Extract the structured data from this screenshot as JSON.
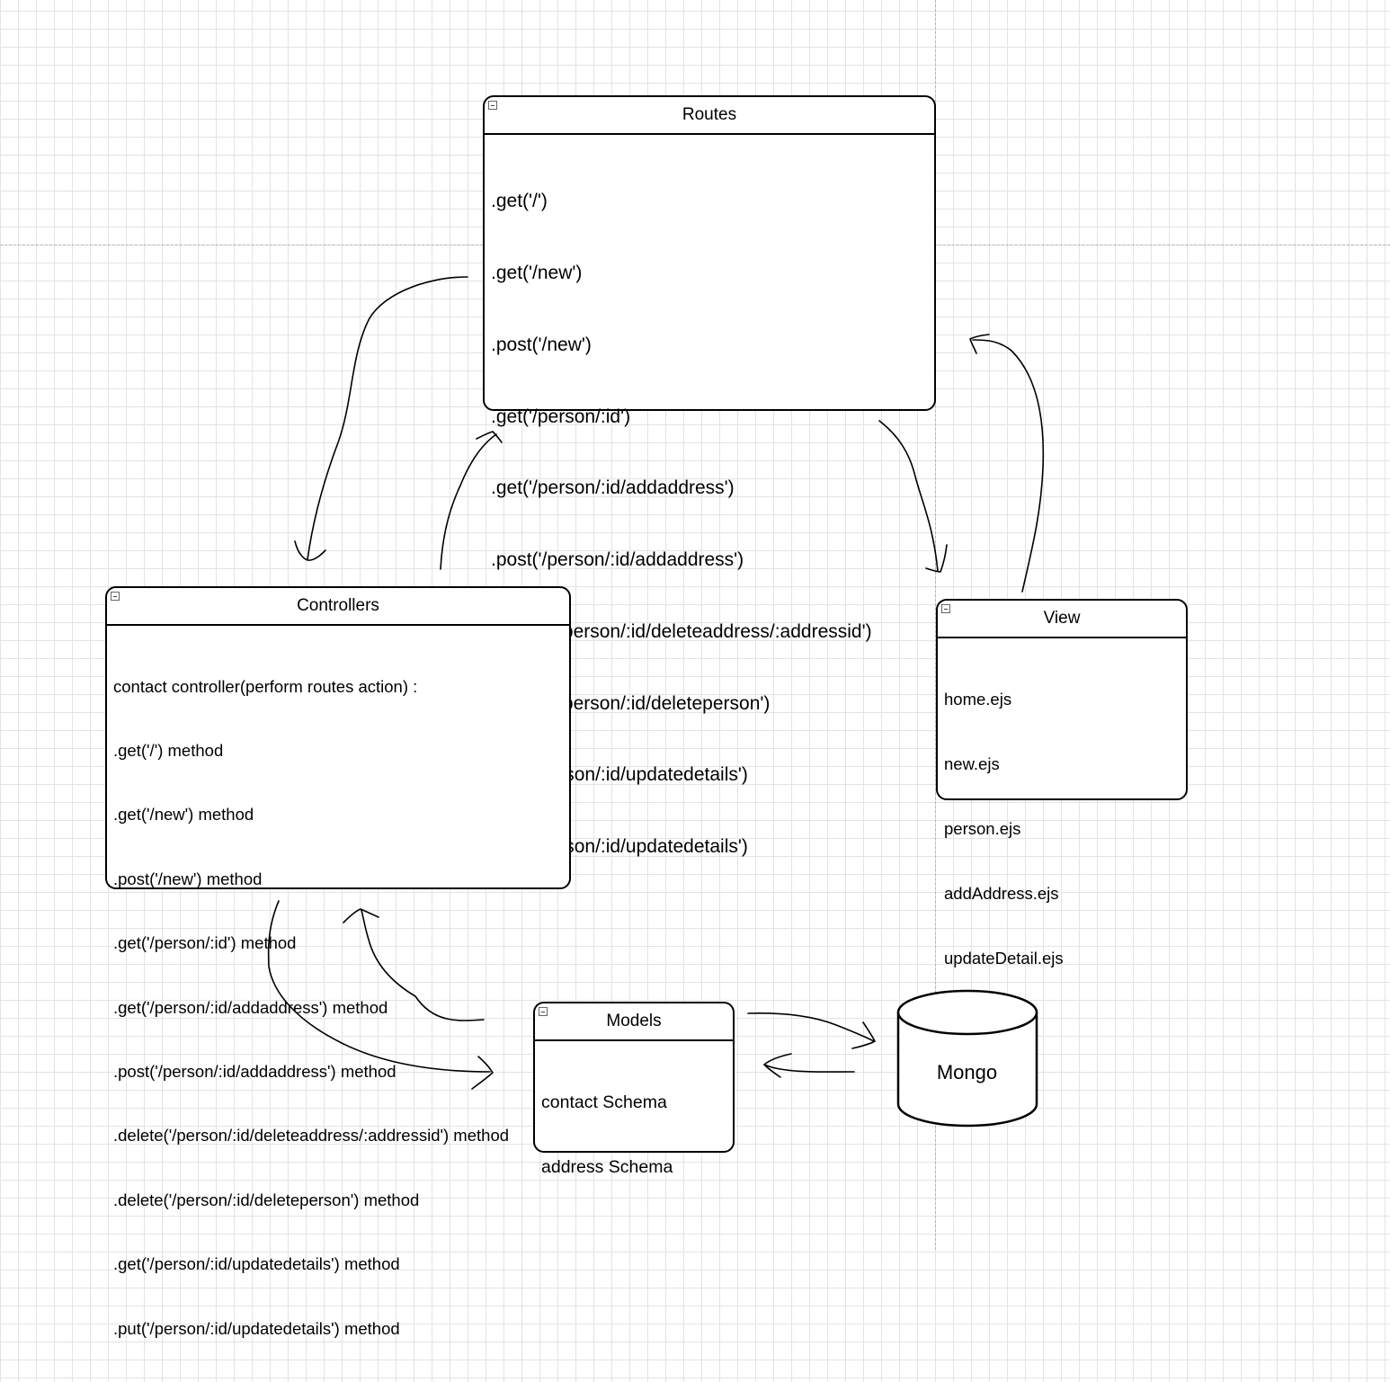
{
  "routes": {
    "title": "Routes",
    "items": [
      ".get('/')",
      ".get('/new')",
      ".post('/new')",
      ".get('/person/:id')",
      ".get('/person/:id/addaddress')",
      ".post('/person/:id/addaddress')",
      ".delete('/person/:id/deleteaddress/:addressid')",
      ".delete('/person/:id/deleteperson')",
      ".get('/person/:id/updatedetails')",
      ".put('/person/:id/updatedetails')"
    ]
  },
  "controllers": {
    "title": "Controllers",
    "items": [
      "contact controller(perform routes action) :",
      ".get('/') method",
      ".get('/new') method",
      ".post('/new') method",
      ".get('/person/:id') method",
      ".get('/person/:id/addaddress') method",
      ".post('/person/:id/addaddress') method",
      ".delete('/person/:id/deleteaddress/:addressid') method",
      ".delete('/person/:id/deleteperson') method",
      ".get('/person/:id/updatedetails') method",
      ".put('/person/:id/updatedetails') method"
    ]
  },
  "view": {
    "title": "View",
    "items": [
      "home.ejs",
      "new.ejs",
      "person.ejs",
      "addAddress.ejs",
      "updateDetail.ejs"
    ]
  },
  "models": {
    "title": "Models",
    "items": [
      "contact Schema",
      "address Schema"
    ]
  },
  "database": {
    "label": "Mongo"
  }
}
